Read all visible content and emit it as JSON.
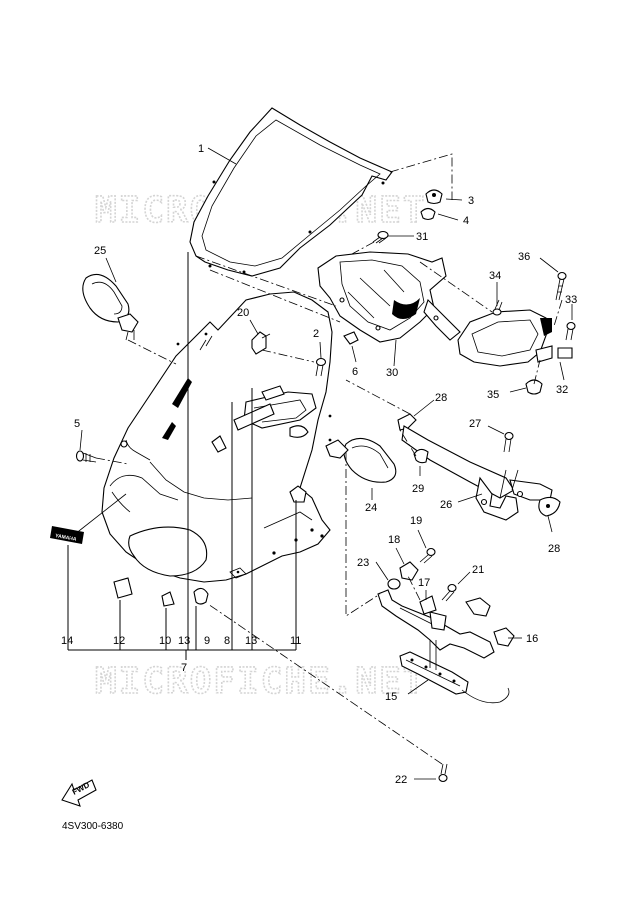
{
  "watermark": {
    "top": "MICROFICHE.NET",
    "bottom": "MICROFICHE.NET"
  },
  "diagram_code": "4SV300-6380",
  "fwd_label": "FWD",
  "decal_text": "YAMAHA",
  "callouts": {
    "n1": "1",
    "n2": "2",
    "n3": "3",
    "n4": "4",
    "n5": "5",
    "n6": "6",
    "n7": "7",
    "n8": "8",
    "n9": "9",
    "n10": "10",
    "n11": "11",
    "n12": "12",
    "n13a": "13",
    "n13b": "13",
    "n14": "14",
    "n15": "15",
    "n16": "16",
    "n17": "17",
    "n18": "18",
    "n19": "19",
    "n20": "20",
    "n21": "21",
    "n22": "22",
    "n23": "23",
    "n24": "24",
    "n25": "25",
    "n26": "26",
    "n27": "27",
    "n28a": "28",
    "n28b": "28",
    "n29": "29",
    "n30": "30",
    "n31": "31",
    "n32": "32",
    "n33": "33",
    "n34": "34",
    "n35": "35",
    "n36": "36"
  }
}
